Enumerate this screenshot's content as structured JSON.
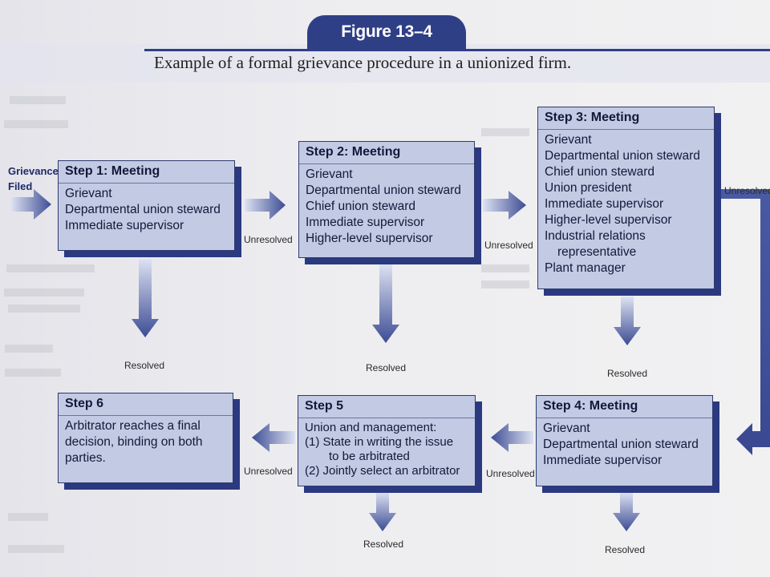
{
  "figure": {
    "badge": "Figure 13–4",
    "caption": "Example of a formal grievance procedure in a unionized firm."
  },
  "input_label": [
    "Grievance",
    "Filed"
  ],
  "steps": [
    {
      "id": "step1",
      "title": "Step 1: Meeting",
      "lines": [
        "Grievant",
        "Departmental union steward",
        "Immediate supervisor"
      ]
    },
    {
      "id": "step2",
      "title": "Step 2: Meeting",
      "lines": [
        "Grievant",
        "Departmental union steward",
        "Chief union steward",
        "Immediate supervisor",
        "Higher-level supervisor"
      ]
    },
    {
      "id": "step3",
      "title": "Step 3: Meeting",
      "lines": [
        "Grievant",
        "Departmental union steward",
        "Chief union steward",
        "Union president",
        "Immediate supervisor",
        "Higher-level supervisor",
        "Industrial relations",
        "representative",
        "Plant manager"
      ]
    },
    {
      "id": "step4",
      "title": "Step 4: Meeting",
      "lines": [
        "Grievant",
        "Departmental union steward",
        "Immediate supervisor"
      ]
    },
    {
      "id": "step5",
      "title": "Step 5",
      "lines": [
        "Union and management:",
        "(1) State in writing the issue",
        "to be arbitrated",
        "(2) Jointly select an arbitrator"
      ]
    },
    {
      "id": "step6",
      "title": "Step 6",
      "lines": [
        "Arbitrator reaches a final",
        "decision, binding on both",
        "parties."
      ]
    }
  ],
  "labels": {
    "unresolved": "Unresolved",
    "resolved": "Resolved"
  },
  "colors": {
    "badge": "#2f3f86",
    "box_fill": "#c2cbe3",
    "box_shadow": "#2b3980",
    "arrow_dark": "#3c4c94",
    "arrow_light": "#dde2f2"
  }
}
